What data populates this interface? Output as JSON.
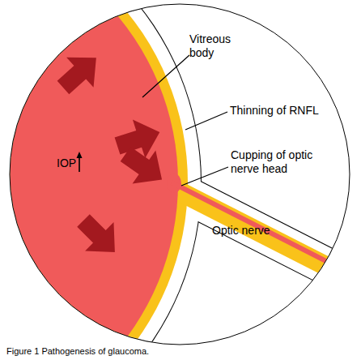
{
  "diagram": {
    "caption": "Figure 1 Pathogenesis of glaucoma.",
    "labels": [
      "Vitreous body",
      "Thinning of RNFL",
      "Cupping of optic nerve head",
      "IOP",
      "Optic nerve"
    ]
  }
}
